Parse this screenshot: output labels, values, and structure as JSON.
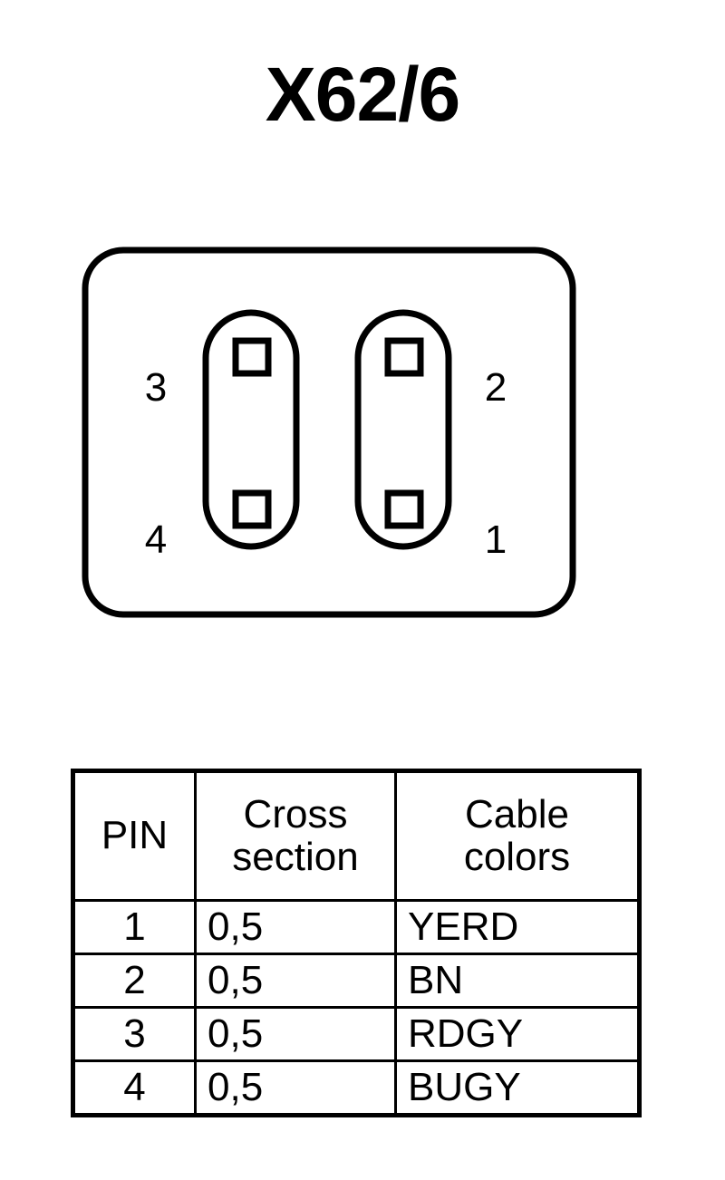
{
  "title": "X62/6",
  "connector": {
    "name": "connector-housing",
    "shape": "rounded-rectangle",
    "slots": [
      {
        "name": "left-slot",
        "pins": [
          "3",
          "4"
        ]
      },
      {
        "name": "right-slot",
        "pins": [
          "2",
          "1"
        ]
      }
    ],
    "pin_labels": {
      "top_left": "3",
      "bottom_left": "4",
      "top_right": "2",
      "bottom_right": "1"
    },
    "line_color": "#000000",
    "fill_color": "#ffffff"
  },
  "table": {
    "headers": {
      "pin": "PIN",
      "cross_section_line1": "Cross",
      "cross_section_line2": "section",
      "cable_colors_line1": "Cable",
      "cable_colors_line2": "colors"
    },
    "rows": [
      {
        "pin": "1",
        "cross_section": "0,5",
        "cable_colors": "YERD"
      },
      {
        "pin": "2",
        "cross_section": "0,5",
        "cable_colors": "BN"
      },
      {
        "pin": "3",
        "cross_section": "0,5",
        "cable_colors": "RDGY"
      },
      {
        "pin": "4",
        "cross_section": "0,5",
        "cable_colors": "BUGY"
      }
    ]
  }
}
